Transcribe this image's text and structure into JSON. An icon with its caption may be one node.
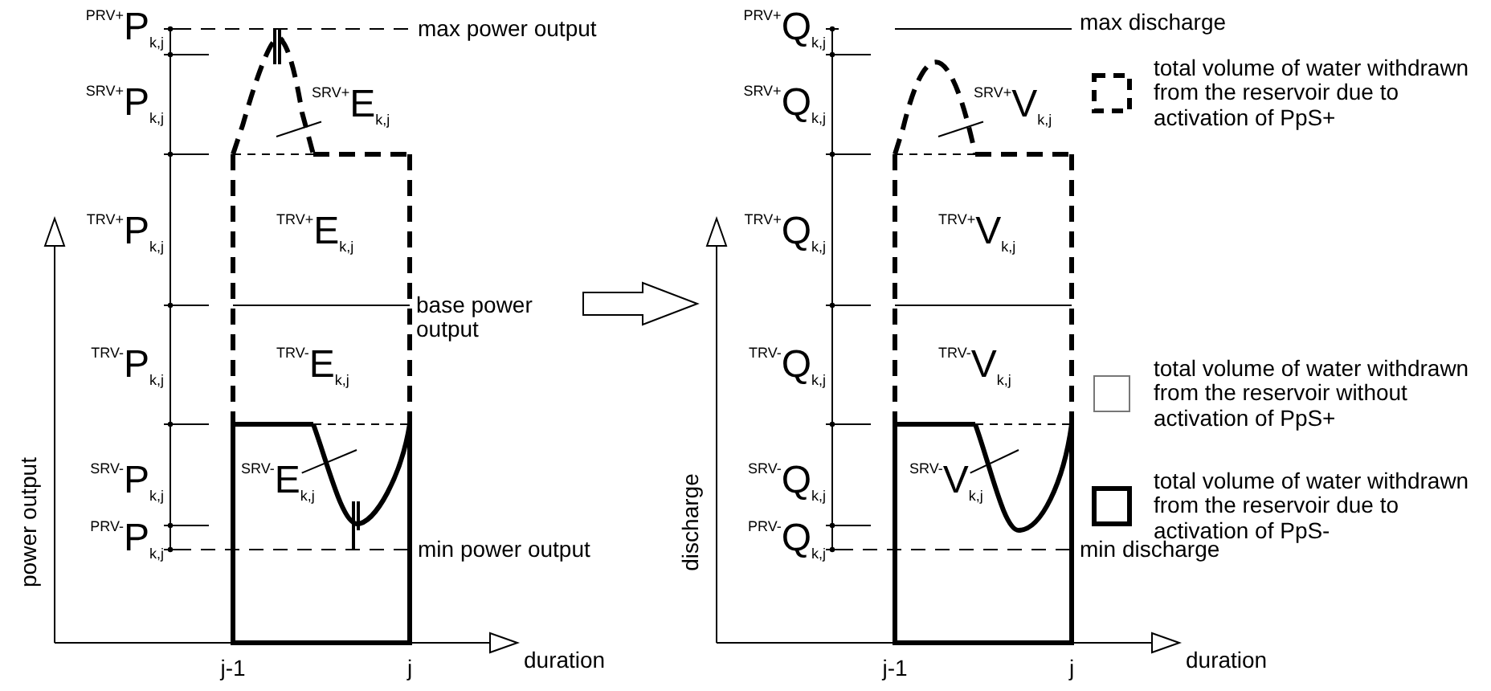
{
  "diagram": {
    "nodes": [
      {
        "text": [
          "$^{SRV+}$E$_{k,j}$"
        ]
      },
      {
        "text": [
          "$^{SRV-}$E$_{k,j}$"
        ]
      },
      {
        "text": [
          "$^{SRV+}$V$_{k,j}$"
        ]
      },
      {
        "text": [
          "$^{SRV-}$V$_{k,j}$"
        ]
      }
    ],
    "edges": [
      {
        "from": 0,
        "to": null,
        "arrow": "none"
      },
      {
        "from": 1,
        "to": null,
        "arrow": "none"
      },
      {
        "from": 2,
        "to": null,
        "arrow": "none"
      },
      {
        "from": 3,
        "to": null,
        "arrow": "none"
      }
    ],
    "labels": [
      "$^{PRV+}$P$_{k,j}$",
      "max power output",
      "$^{SRV+}$P$_{k,j}$",
      "$^{TRV+}$P$_{k,j}$",
      "$^{TRV+}$E$_{k,j}$",
      "base power output",
      "$^{TRV-}$P$_{k,j}$",
      "$^{TRV-}$E$_{k,j}$",
      "$^{SRV-}$P$_{k,j}$",
      "$^{PRV-}$P$_{k,j}$",
      "min power output",
      "power output",
      "j-1",
      "j",
      "duration",
      "$^{PRV+}$Q$_{k,j}$",
      "max discharge",
      "$^{SRV+}$Q$_{k,j}$",
      "$^{TRV+}$Q$_{k,j}$",
      "$^{TRV+}$V$_{k,j}$",
      "$^{TRV-}$Q$_{k,j}$",
      "$^{TRV-}$V$_{k,j}$",
      "$^{SRV-}$Q$_{k,j}$",
      "$^{PRV-}$Q$_{k,j}$",
      "min discharge",
      "discharge",
      "j-1",
      "j",
      "duration"
    ],
    "legend": [
      {
        "text": "total volume of water withdrawn from the reservoir due to activation of PpS+"
      },
      {
        "text": "total volume of water withdrawn from the reservoir without activation of PpS+"
      },
      {
        "text": "total volume of water withdrawn from the reservoir due to activation of PpS-"
      }
    ]
  }
}
